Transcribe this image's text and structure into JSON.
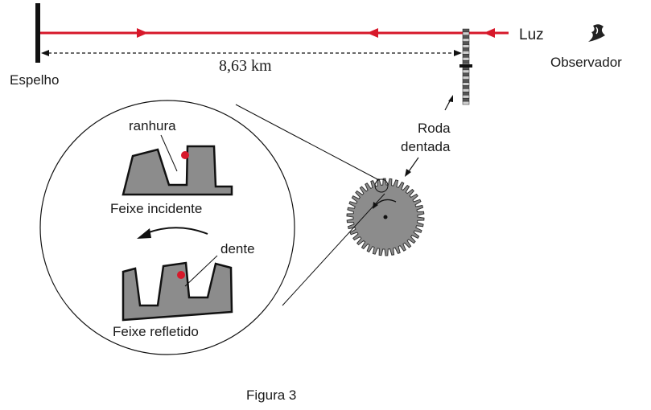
{
  "labels": {
    "mirror": "Espelho",
    "distance": "8,63 km",
    "light": "Luz",
    "observer": "Observador",
    "wheel_line1": "Roda",
    "wheel_line2": "dentada",
    "slot": "ranhura",
    "incident_beam": "Feixe incidente",
    "tooth": "dente",
    "reflected_beam": "Feixe refletido",
    "caption": "Figura 3"
  },
  "colors": {
    "beam": "#d7182a",
    "tooth_fill": "#8c8c8c",
    "outline": "#111111",
    "text": "#1a1a1a"
  },
  "icons": {
    "observer": "eye-icon",
    "rotation": "curved-arrow-icon"
  }
}
